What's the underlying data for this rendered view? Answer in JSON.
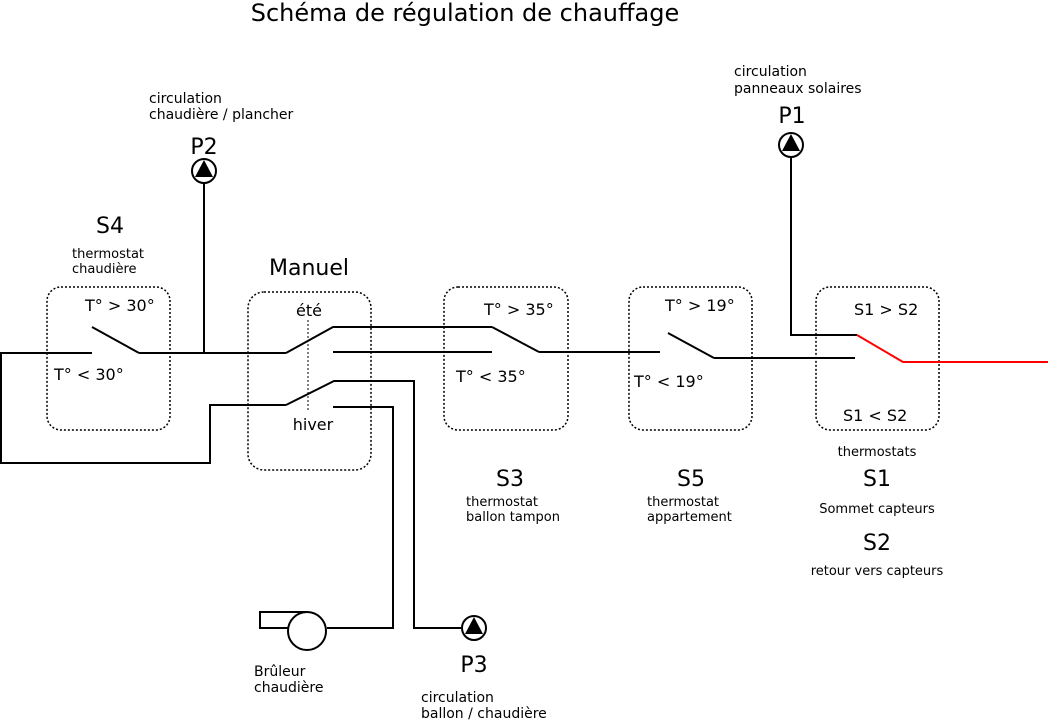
{
  "title": "Schéma de régulation de chauffage",
  "colors": {
    "line": "#000000",
    "active_line": "#ff0000",
    "background": "#ffffff"
  },
  "pumps": {
    "p1": {
      "name": "P1",
      "desc_line1": "circulation",
      "desc_line2": "panneaux solaires",
      "icon": "pump-icon"
    },
    "p2": {
      "name": "P2",
      "desc_line1": "circulation",
      "desc_line2": "chaudière / plancher",
      "icon": "pump-icon"
    },
    "p3": {
      "name": "P3",
      "desc_line1": "circulation",
      "desc_line2": "ballon / chaudière",
      "icon": "pump-icon"
    }
  },
  "burner": {
    "desc_line1": "Brûleur",
    "desc_line2": "chaudière",
    "icon": "burner-icon"
  },
  "switches": {
    "s4": {
      "name": "S4",
      "desc_line1": "thermostat",
      "desc_line2": "chaudière",
      "upper": "T° > 30°",
      "lower": "T° < 30°"
    },
    "manuel": {
      "name": "Manuel",
      "upper": "été",
      "lower": "hiver"
    },
    "s3": {
      "name": "S3",
      "desc_line1": "thermostat",
      "desc_line2": "ballon tampon",
      "upper": "T° > 35°",
      "lower": "T° < 35°"
    },
    "s5": {
      "name": "S5",
      "desc_line1": "thermostat",
      "desc_line2": "appartement",
      "upper": "T° > 19°",
      "lower": "T° < 19°"
    },
    "s1s2": {
      "upper": "S1 > S2",
      "lower": "S1 < S2"
    }
  },
  "legend": {
    "heading": "thermostats",
    "s1_name": "S1",
    "s1_desc": "Sommet capteurs",
    "s2_name": "S2",
    "s2_desc": "retour vers capteurs"
  }
}
